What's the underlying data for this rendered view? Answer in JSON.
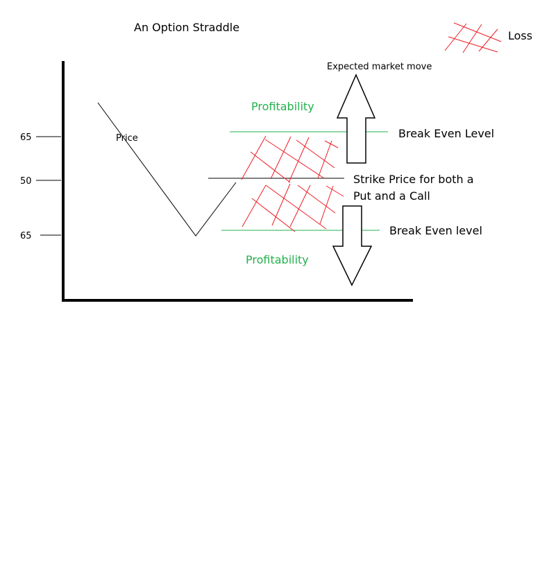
{
  "title": "An Option Straddle",
  "legend": {
    "label": "Loss",
    "color": "#ed1c24"
  },
  "y_ticks": [
    "65",
    "50",
    "65"
  ],
  "price_label": "Price",
  "expected_move_label": "Expected market move",
  "profitability_upper": "Profitability",
  "profitability_lower": "Profitability",
  "break_even_upper": "Break Even Level",
  "break_even_lower": "Break Even level",
  "strike_line1": "Strike Price for both a",
  "strike_line2": "Put and a Call",
  "colors": {
    "profit": "#22b14c",
    "loss": "#ed1c24",
    "axis": "#000000"
  }
}
